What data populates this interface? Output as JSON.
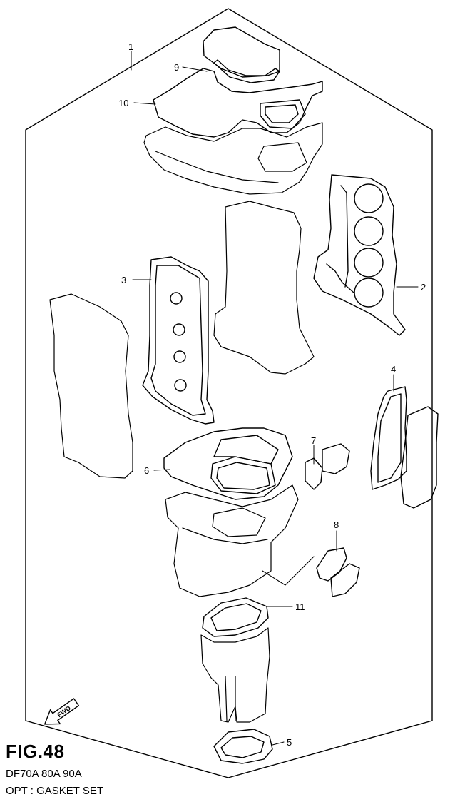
{
  "figure": {
    "title": "FIG.48",
    "models": "DF70A 80A 90A",
    "caption": "OPT : GASKET SET"
  },
  "fwd_label": "FWD",
  "callouts": [
    "1",
    "2",
    "3",
    "4",
    "5",
    "6",
    "7",
    "8",
    "9",
    "10",
    "11"
  ],
  "colors": {
    "line": "#000000",
    "background": "#ffffff"
  }
}
